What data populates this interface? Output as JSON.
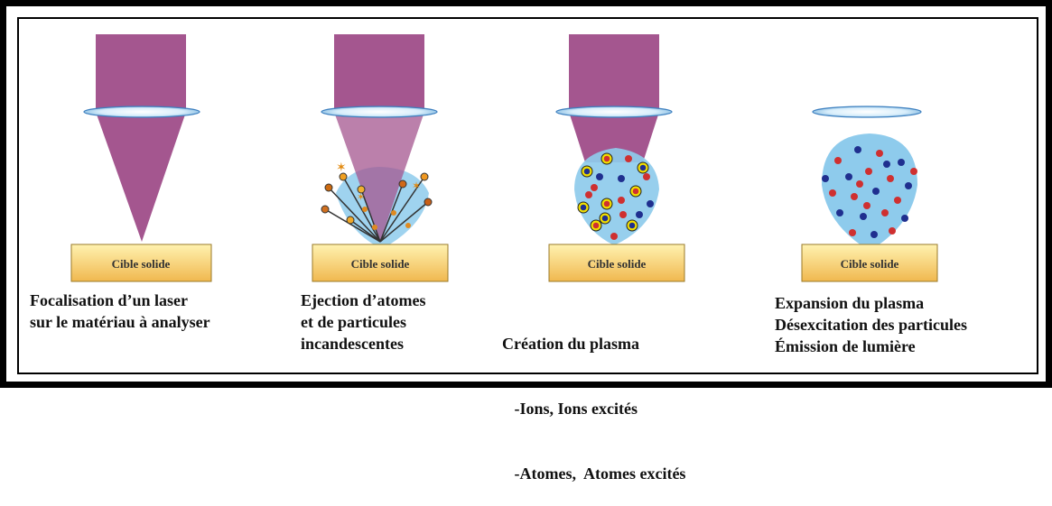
{
  "target_label": "Cible solide",
  "colors": {
    "laser": "#a4568f",
    "plasma": "#8ecbec",
    "target_top": "#fff2b0",
    "target_bottom": "#f0b84f",
    "particle_red": "#cf3030",
    "particle_blue": "#1f2f8f",
    "particle_ring": "#f2e000"
  },
  "steps": [
    {
      "lines": [
        "Focalisation  d’un laser",
        "sur le matériau à analyser"
      ]
    },
    {
      "lines": [
        "Ejection d’atomes",
        "et de particules",
        "incandescentes"
      ]
    },
    {
      "lines": [
        "Création du plasma",
        "   -Ions, Ions excités",
        "   -Atomes,  Atomes excités"
      ]
    },
    {
      "lines": [
        "Expansion du plasma",
        "Désexcitation des particules",
        "Émission de lumière"
      ]
    }
  ]
}
